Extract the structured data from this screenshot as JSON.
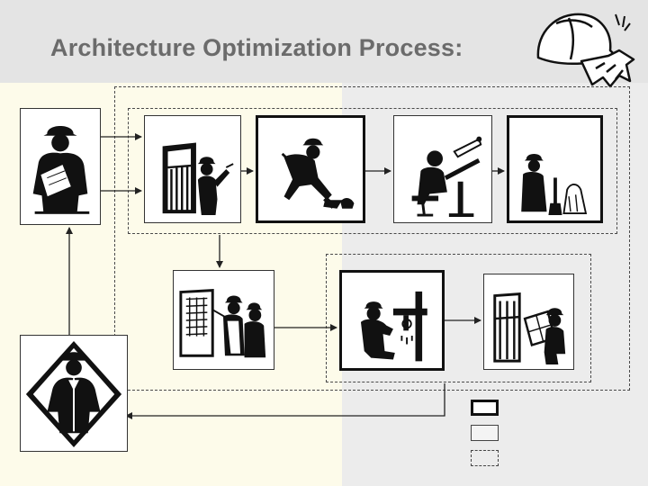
{
  "slide": {
    "title": "Architecture Optimization Process:"
  },
  "colors": {
    "header_band": "#e4e4e4",
    "left_panel": "#fdfbea",
    "right_panel": "#ececec",
    "title_text": "#6b6b6b",
    "line": "#222222"
  },
  "icons": {
    "logo": "hard-hat-and-gloves-icon",
    "architect": "architect-with-blueprints-icon",
    "manager": "manager-in-diamond-sign-icon",
    "measure": "worker-measuring-wall-icon",
    "dig": "worker-shoveling-icon",
    "draft": "worker-at-drafting-table-icon",
    "inspect": "worker-inspecting-icon",
    "consult": "workers-consulting-at-window-frame-icon",
    "plumb": "worker-fixing-pipes-icon",
    "window": "worker-installing-window-icon"
  },
  "legend": {
    "bold_frame": "bold-frame-swatch",
    "solid_frame": "solid-frame-swatch",
    "dashed_frame": "dashed-frame-swatch"
  }
}
